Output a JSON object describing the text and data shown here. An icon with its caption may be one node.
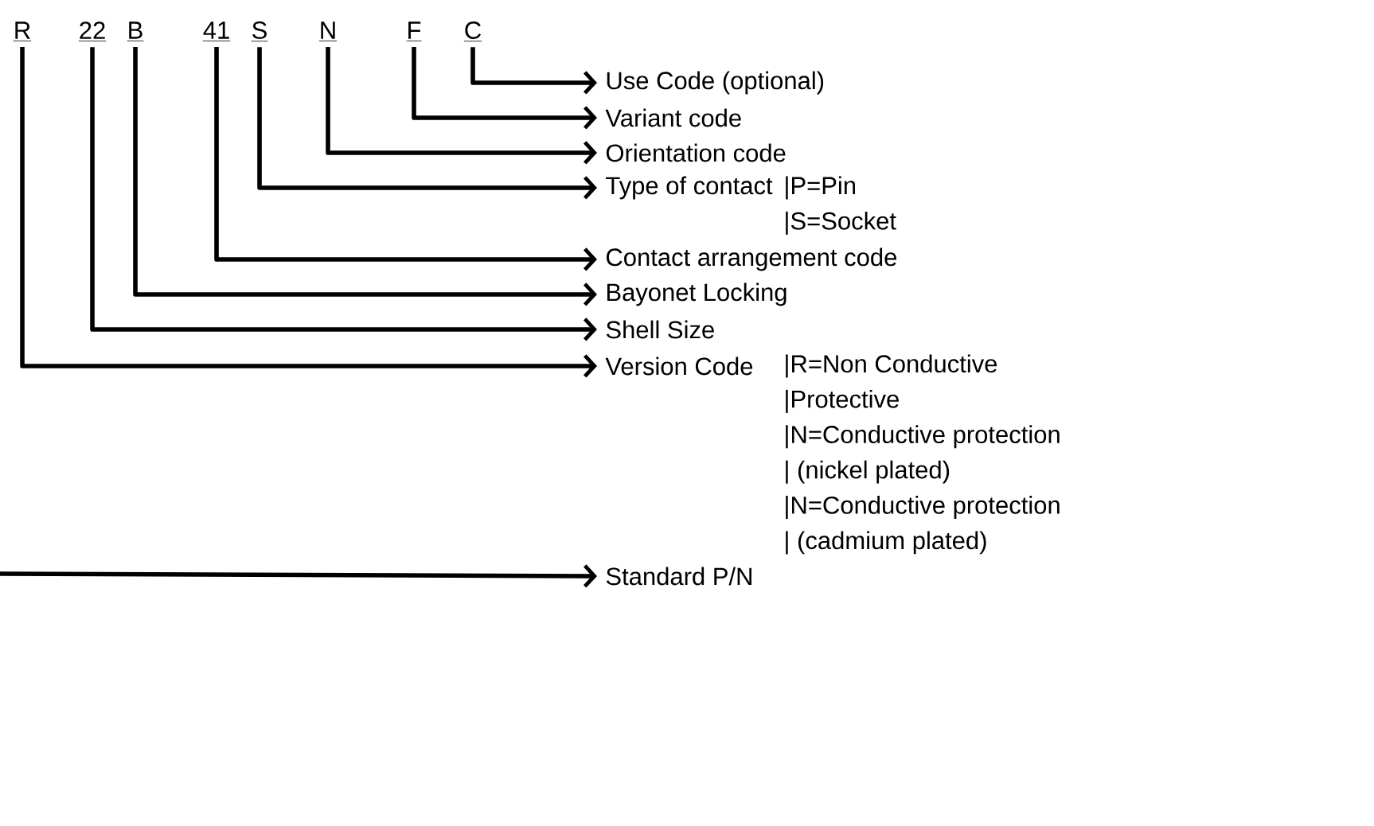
{
  "diagram": {
    "nodes": [
      {
        "text": [
          "R"
        ]
      },
      {
        "text": [
          "22"
        ]
      },
      {
        "text": [
          "B"
        ]
      },
      {
        "text": [
          "41"
        ]
      },
      {
        "text": [
          "S"
        ]
      },
      {
        "text": [
          "N"
        ]
      },
      {
        "text": [
          "F"
        ]
      },
      {
        "text": [
          "C"
        ]
      },
      {
        "text": [
          "Use Code (optional)"
        ]
      },
      {
        "text": [
          "Variant code"
        ]
      },
      {
        "text": [
          "Orientation code"
        ]
      },
      {
        "text": [
          "Type of contact"
        ],
        "beside": [
          "|P=Pin",
          "|S=Socket"
        ]
      },
      {
        "text": [
          "Contact arrangement code"
        ]
      },
      {
        "text": [
          "Bayonet Locking"
        ]
      },
      {
        "text": [
          "Shell Size"
        ]
      },
      {
        "text": [
          "Version Code"
        ],
        "beside": [
          "|R=Non Conductive",
          "|Protective",
          "|N=Conductive protection",
          "| (nickel plated)",
          "|N=Conductive protection",
          "| (cadmium plated)"
        ]
      },
      {
        "text": [
          "Standard P/N"
        ]
      }
    ],
    "edges": [
      {
        "from": 7,
        "to": 8,
        "arrow": "to"
      },
      {
        "from": 6,
        "to": 9,
        "arrow": "to"
      },
      {
        "from": 5,
        "to": 10,
        "arrow": "to"
      },
      {
        "from": 4,
        "to": 11,
        "arrow": "to"
      },
      {
        "from": 3,
        "to": 12,
        "arrow": "to"
      },
      {
        "from": 2,
        "to": 13,
        "arrow": "to"
      },
      {
        "from": 1,
        "to": 14,
        "arrow": "to"
      },
      {
        "from": 0,
        "to": 15,
        "arrow": "to"
      },
      {
        "from": null,
        "to": 16,
        "arrow": "to"
      }
    ]
  }
}
